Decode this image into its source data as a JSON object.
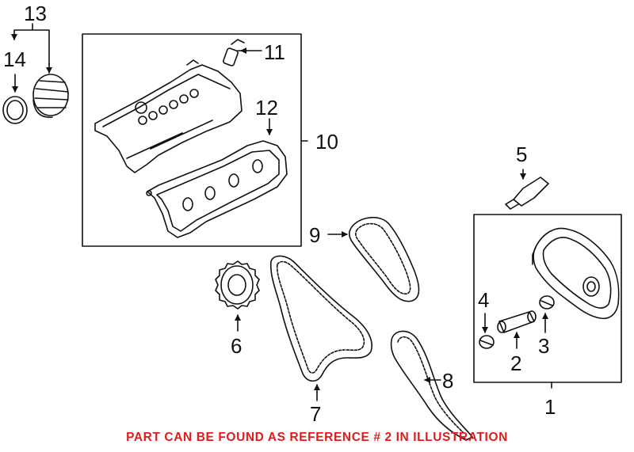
{
  "callouts": {
    "c1": "1",
    "c2": "2",
    "c3": "3",
    "c4": "4",
    "c5": "5",
    "c6": "6",
    "c7": "7",
    "c8": "8",
    "c9": "9",
    "c10": "10",
    "c11": "11",
    "c12": "12",
    "c13": "13",
    "c14": "14"
  },
  "notice": {
    "text": "PART CAN BE FOUND AS REFERENCE # 2 IN ILLUSTRATION",
    "color": "#e01b1b"
  },
  "colors": {
    "line": "#111111"
  }
}
